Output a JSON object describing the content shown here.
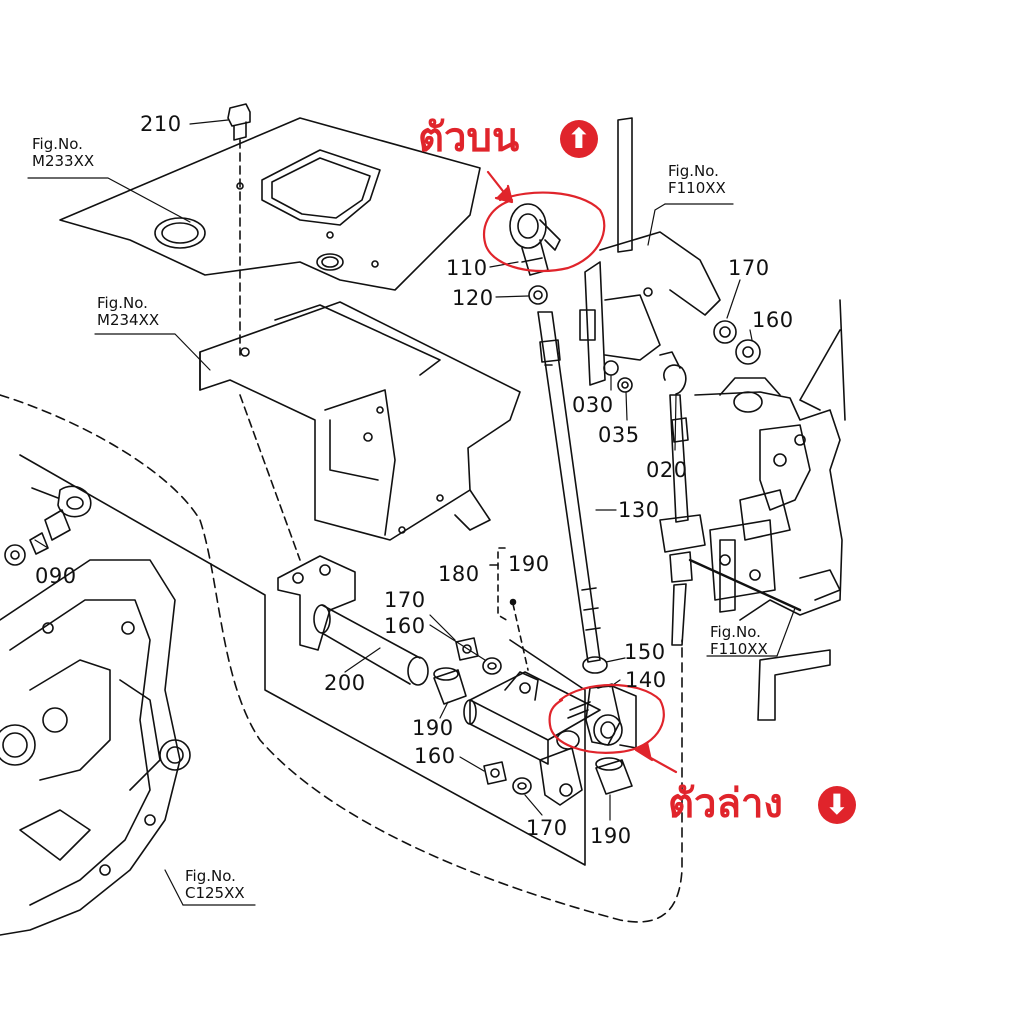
{
  "callouts": {
    "upper": {
      "text": "ตัวบน",
      "arrow_glyph": "⬆",
      "icon": "arrow-up-circle-icon",
      "color": "#e0242b"
    },
    "lower": {
      "text": "ตัวล่าง",
      "arrow_glyph": "⬇",
      "icon": "arrow-down-circle-icon",
      "color": "#e0242b"
    }
  },
  "fig_refs": {
    "m233": {
      "line1": "Fig.No.",
      "line2": "M233XX"
    },
    "m234": {
      "line1": "Fig.No.",
      "line2": "M234XX"
    },
    "f110_top": {
      "line1": "Fig.No.",
      "line2": "F110XX"
    },
    "f110_mid": {
      "line1": "Fig.No.",
      "line2": "F110XX"
    },
    "c125": {
      "line1": "Fig.No.",
      "line2": "C125XX"
    }
  },
  "part_numbers": {
    "p210": "210",
    "p110": "110",
    "p120": "120",
    "p170_top": "170",
    "p160_top": "160",
    "p030": "030",
    "p035": "035",
    "p020": "020",
    "p130": "130",
    "p090": "090",
    "p180": "180",
    "p190_top": "190",
    "p170_mid": "170",
    "p160_mid": "160",
    "p150": "150",
    "p140": "140",
    "p200": "200",
    "p190_mid": "190",
    "p160_low": "160",
    "p170_low": "170",
    "p190_low": "190"
  }
}
